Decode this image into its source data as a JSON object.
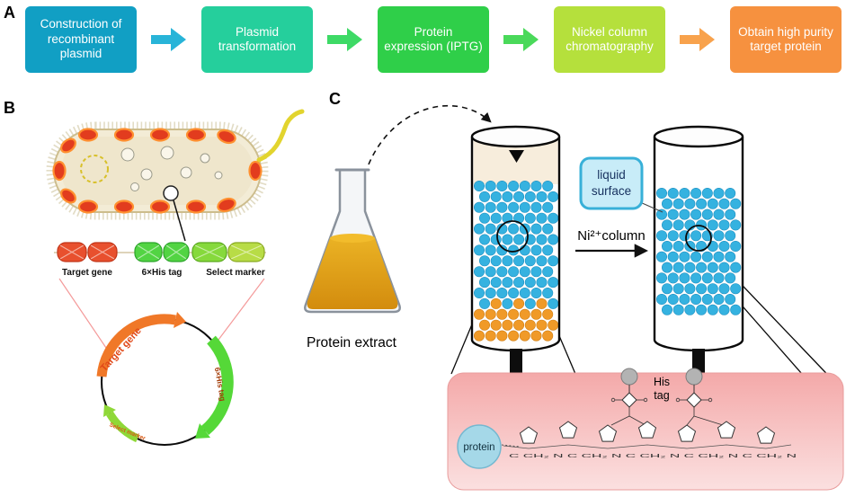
{
  "panels": {
    "a": "A",
    "b": "B",
    "c": "C"
  },
  "flowchart": {
    "steps": [
      {
        "label": "Construction of recombinant plasmid",
        "color": "#119fc4"
      },
      {
        "label": "Plasmid transformation",
        "color": "#25cf9c"
      },
      {
        "label": "Protein expression (IPTG)",
        "color": "#2fcf49"
      },
      {
        "label": "Nickel column chromatography",
        "color": "#b5e03c"
      },
      {
        "label": "Obtain high purity target protein",
        "color": "#f6913f"
      }
    ],
    "arrows": [
      {
        "color": "#28b4d8"
      },
      {
        "color": "#3eda66"
      },
      {
        "color": "#4ad95a"
      },
      {
        "color": "#f8a24c"
      }
    ]
  },
  "panel_b": {
    "construct_labels": [
      "Target  gene",
      "6×His tag",
      "Select marker"
    ],
    "plasmid": {
      "target_gene": "Target gene",
      "his_tag": "6×His tag",
      "select_marker": "Select marker"
    }
  },
  "panel_c": {
    "flask_caption": "Protein extract",
    "liquid_surface": [
      "liquid",
      "surface"
    ],
    "column_label": "Ni²⁺column",
    "his_tag": [
      "His",
      "tag"
    ],
    "protein": "protein",
    "chain_text": "C CH₂ N C CH₂ N C CH₂ N C CH₂ N C CH₂ N"
  },
  "colors": {
    "bead_blue": "#35b2e0",
    "bead_orange": "#f09a28",
    "liquid_surface_box": "#c8ecf8",
    "liquid_surface_border": "#38b0d8",
    "pink_panel": "#f4adad",
    "flask_liquid": "#e2a016",
    "protein_circle": "#a5d8e8"
  }
}
